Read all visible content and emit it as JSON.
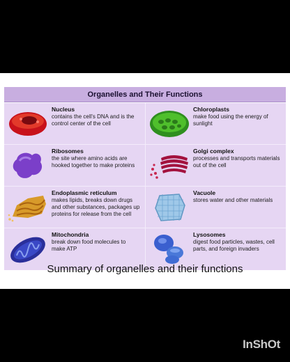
{
  "table": {
    "title": "Organelles and Their Functions",
    "organelles": [
      {
        "name": "Nucleus",
        "description": "contains the cell's DNA and is the control center of the cell",
        "icon": "nucleus-icon"
      },
      {
        "name": "Chloroplasts",
        "description": "make food using the energy of sunlight",
        "icon": "chloroplast-icon"
      },
      {
        "name": "Ribosomes",
        "description": "the site where amino acids are hooked together to make proteins",
        "icon": "ribosome-icon"
      },
      {
        "name": "Golgi complex",
        "description": "processes and transports materials out of the cell",
        "icon": "golgi-icon"
      },
      {
        "name": "Endoplasmic reticulum",
        "description": "makes lipids, breaks down drugs and other substances, packages up proteins for release from the cell",
        "icon": "er-icon"
      },
      {
        "name": "Vacuole",
        "description": "stores water and other materials",
        "icon": "vacuole-icon"
      },
      {
        "name": "Mitochondria",
        "description": "break down food molecules to make ATP",
        "icon": "mitochondria-icon"
      },
      {
        "name": "Lysosomes",
        "description": "digest food particles, wastes, cell parts, and foreign invaders",
        "icon": "lysosome-icon"
      }
    ]
  },
  "caption": "Summary of organelles and their functions",
  "watermark": "InShOt",
  "colors": {
    "header": "#c8aee0",
    "body": "#e6d6f3",
    "background": "#000000"
  }
}
